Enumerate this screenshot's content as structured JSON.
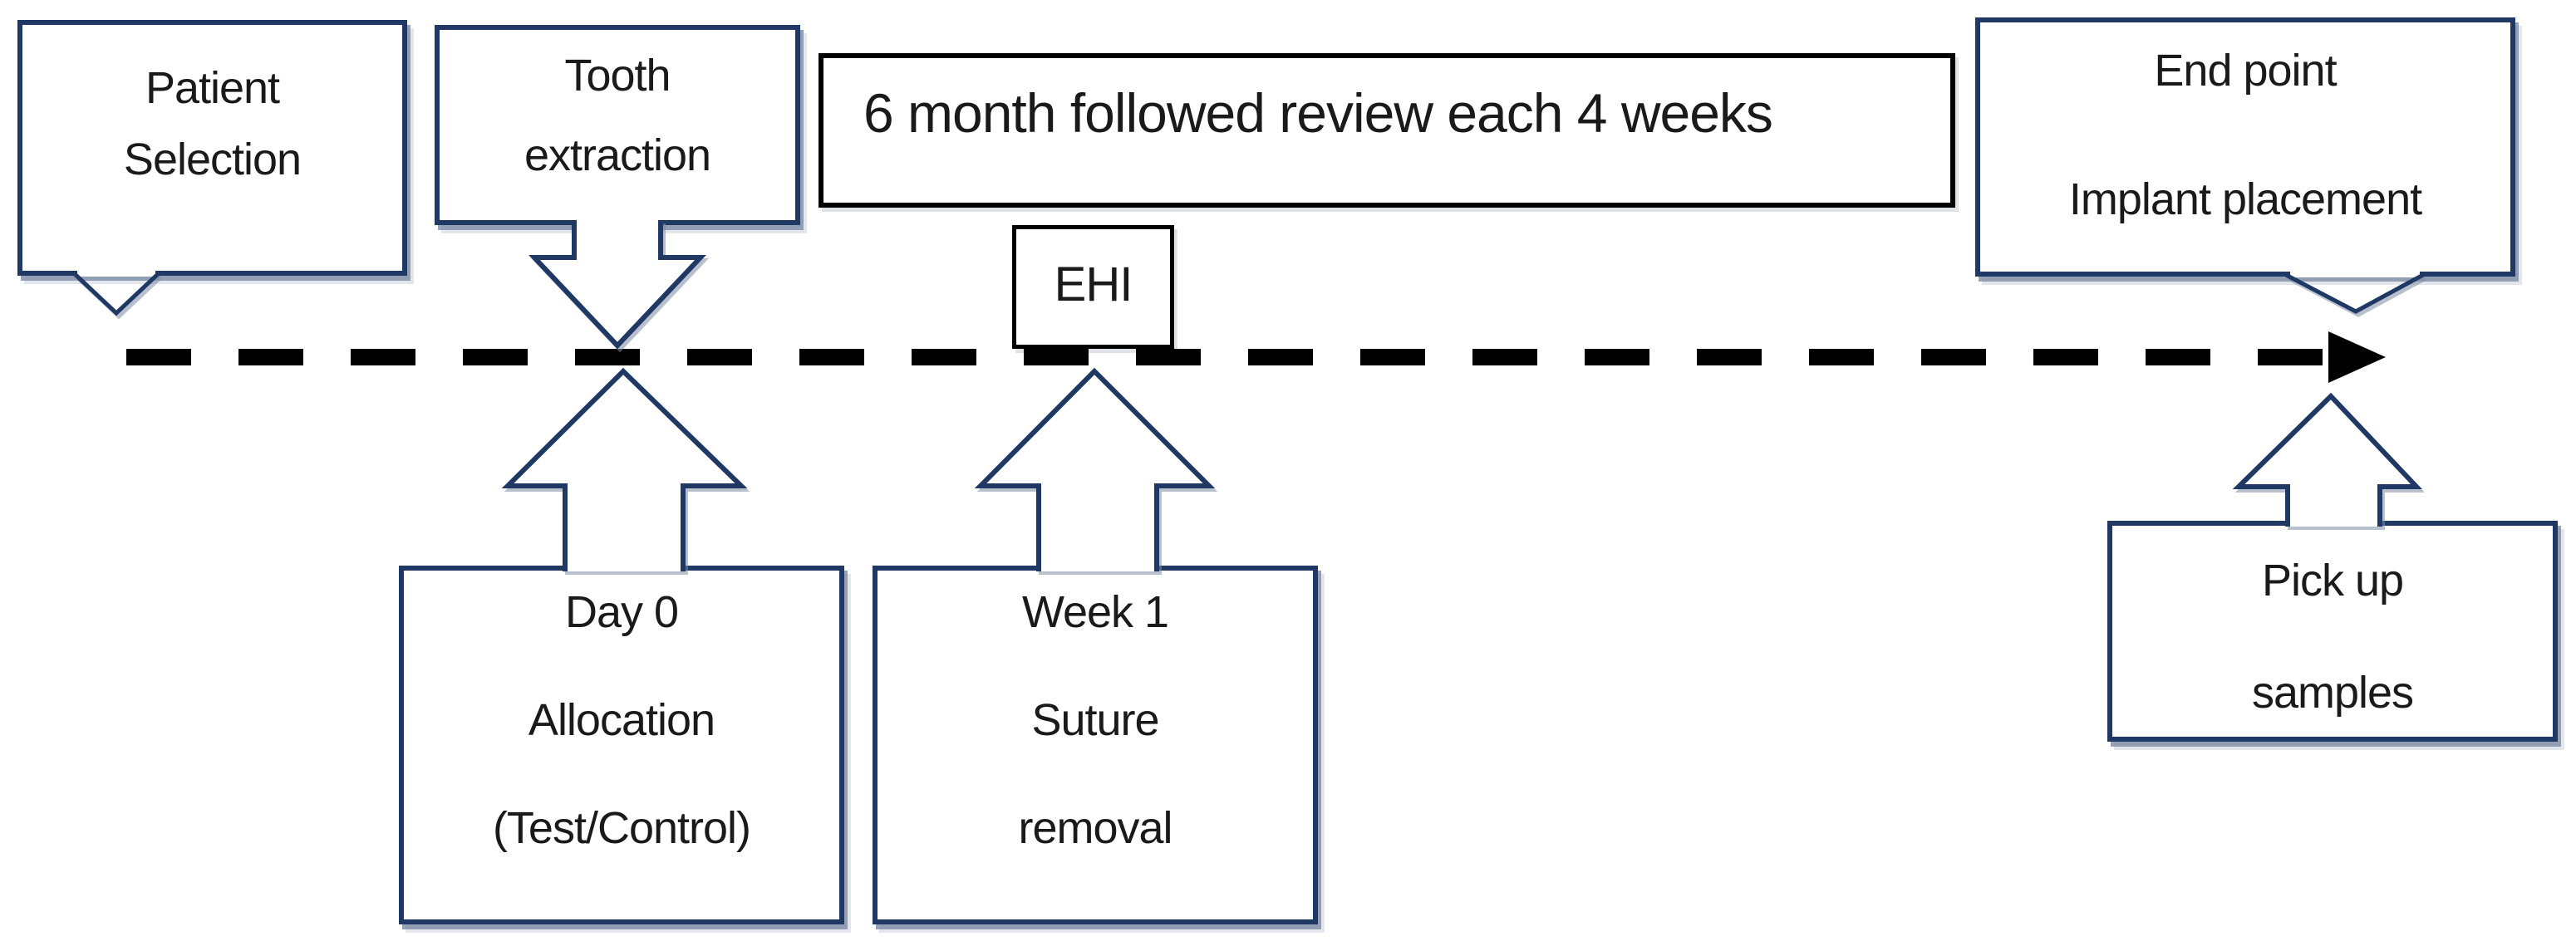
{
  "title": "Clinical study timeline diagram",
  "colors": {
    "navy": "#1f3864",
    "ink": "#1a1a1a",
    "black": "#000000",
    "timeline": "#000000",
    "background": "#ffffff"
  },
  "boxes": {
    "patient_selection": {
      "lines": [
        "Patient",
        "Selection"
      ]
    },
    "tooth_extraction": {
      "lines": [
        "Tooth",
        "extraction"
      ]
    },
    "review_period": {
      "label": "6 month followed review each 4 weeks"
    },
    "ehi": {
      "label": "EHI"
    },
    "end_point": {
      "lines": [
        "End point",
        "Implant placement"
      ]
    },
    "day_0": {
      "lines": [
        "Day 0",
        "Allocation",
        "(Test/Control)"
      ]
    },
    "week_1": {
      "lines": [
        "Week 1",
        "Suture",
        "removal"
      ]
    },
    "pick_up": {
      "lines": [
        "Pick up",
        "samples"
      ]
    }
  }
}
